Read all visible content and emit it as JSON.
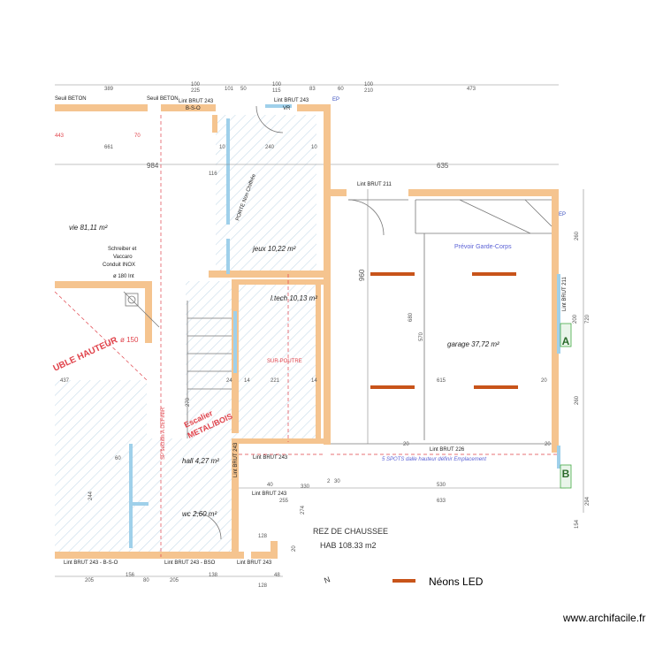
{
  "rooms": {
    "vie": "vie 81,11 m²",
    "jeux": "jeux 10,22 m²",
    "ltech": "l.tech 10,13 m²",
    "garage": "garage 37,72 m²",
    "hall": "hall 4,27 m²",
    "wc": "wc 2,60 m²"
  },
  "notes": {
    "seuil_beton_1": "Seuil BETON",
    "seuil_beton_2": "Seuil BETON",
    "lint_243_bso_top": "Lint BRUT 243",
    "bso_top": "B-S-O",
    "lint_243_vr": "Lint BRUT 243",
    "vr": "VR",
    "ep_top": "EP",
    "lint_211_garage": "Lint BRUT 211",
    "prevoir": "Prévoir Garde-Corps",
    "ep_right": "EP",
    "lint_211_right": "Lint BRUT 211",
    "porte": "PORTE Non Chiffrée",
    "schreiber_1": "Schreiber et",
    "schreiber_2": "Vaccaro",
    "schreiber_3": "Conduit INOX",
    "schreiber_4": "ø 180 Int",
    "double_hauteur": "UBLE HAUTEUR",
    "phi150": "ø 150",
    "escalier_1": "Escalier",
    "escalier_2": "METAL/BOIS",
    "sous_poutre": "SUR-POUTRE",
    "sp_section": "SP section A DEFINIR",
    "lint_226": "Lint BRUT 226",
    "spots": "5 SPOTS dalle hauteur définir Emplacement",
    "lint_243_hall": "Lint BRUT 243",
    "lint_243_bottom": "Lint BRUT 243",
    "lint_243_right": "Lint BRUT 243",
    "bottom_lint_1": "Lint BRUT 243 - B-S-O",
    "bottom_lint_2": "Lint BRUT 243 - BSO",
    "bottom_lint_3": "Lint BRUT 243",
    "rez": "REZ DE CHAUSSEE",
    "hab": "HAB 108.33 m2",
    "north": "N",
    "section_a": "A",
    "section_b": "B"
  },
  "dims": {
    "d389": "389",
    "d100": "100",
    "d225": "225",
    "d101": "101",
    "d50": "50",
    "d100b": "100",
    "d115": "115",
    "d83": "83",
    "d60": "60",
    "d100c": "100",
    "d210": "210",
    "d473": "473",
    "d661": "661",
    "d70": "70",
    "d443": "443",
    "d984": "984",
    "d635": "635",
    "d10a": "10",
    "d240": "240",
    "d10b": "10",
    "d116": "116",
    "d960": "960",
    "d680": "680",
    "d570": "570",
    "d615": "615",
    "d20a": "20",
    "d20b": "20",
    "d20c": "20",
    "d40": "40",
    "d330": "330",
    "d255": "255",
    "d274": "274",
    "d633": "633",
    "d128": "128",
    "d294": "294",
    "d260a": "260",
    "d260b": "260",
    "d200": "200",
    "d720": "720",
    "d154": "154",
    "d437": "437",
    "d244": "244",
    "d221": "221",
    "d14a": "14",
    "d14b": "14",
    "d24": "24",
    "d60b": "60",
    "d270": "270",
    "d205a": "205",
    "d205b": "205",
    "d80": "80",
    "d156": "156",
    "d138": "138",
    "d48": "48",
    "d128b": "128",
    "d20d": "20",
    "d530": "530",
    "d530b": "30",
    "d2": "2"
  },
  "legend": {
    "label": "Néons LED",
    "color": "#c8541a"
  },
  "watermark": "www.archifacile.fr",
  "colors": {
    "wall": "#f5c48f",
    "window": "#9fd0ea",
    "hatch": "#c8dcea",
    "dim": "#555555",
    "red": "#e0424a",
    "blue": "#5b62d6",
    "led": "#c8541a"
  }
}
